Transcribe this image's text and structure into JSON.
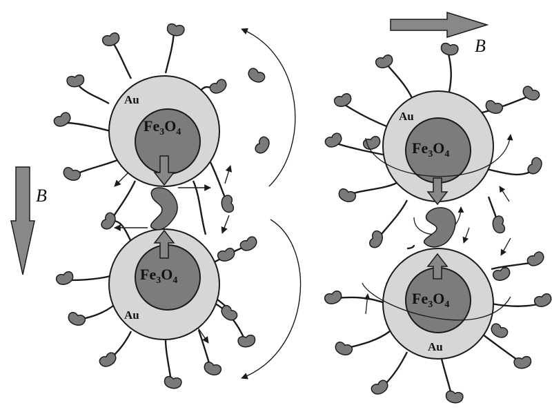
{
  "colors": {
    "shell_fill": "#d6d6d6",
    "core_fill": "#7c7c7c",
    "ligand_fill": "#7a7a7a",
    "arrow_fill": "#888888",
    "outline": "#1a1a1a"
  },
  "icons": {
    "ligand": "kidney-bean-ligand-icon",
    "biomolecule": "kidney-bean-biomolecule-icon",
    "field_arrow": "thick-gray-arrow-icon"
  },
  "left_panel": {
    "field_label": "B",
    "field_direction": "down",
    "top_particle": {
      "core_label": "Fe",
      "core_sub_1": "3",
      "core_mid": "O",
      "core_sub_2": "4",
      "shell_label": "Au"
    },
    "bottom_particle": {
      "core_label": "Fe",
      "core_sub_1": "3",
      "core_mid": "O",
      "core_sub_2": "4",
      "shell_label": "Au"
    }
  },
  "right_panel": {
    "field_label": "B",
    "field_direction": "right",
    "top_particle": {
      "core_label": "Fe",
      "core_sub_1": "3",
      "core_mid": "O",
      "core_sub_2": "4",
      "shell_label": "Au"
    },
    "bottom_particle": {
      "core_label": "Fe",
      "core_sub_1": "3",
      "core_mid": "O",
      "core_sub_2": "4",
      "shell_label": "Au"
    }
  }
}
